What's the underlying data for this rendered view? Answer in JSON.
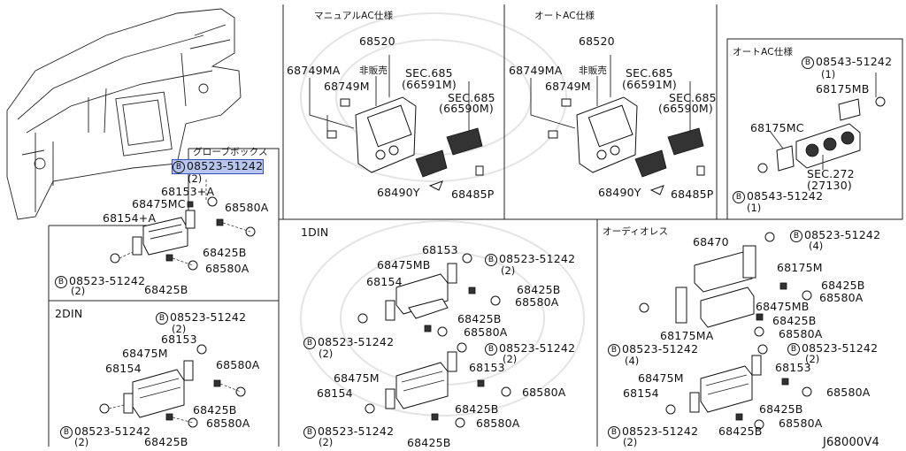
{
  "panels": {
    "glove": {
      "title": "グローブボックス"
    },
    "manual_ac": {
      "title": "マニュアルAC仕様"
    },
    "auto_ac": {
      "title": "オートAC仕様"
    },
    "auto_ac_right": {
      "title": "オートAC仕様"
    },
    "din2": {
      "title": "2DIN"
    },
    "din1": {
      "title": "1DIN"
    },
    "audioless": {
      "title": "オーディオレス"
    }
  },
  "diagram_code": "J68000V4",
  "labels": {
    "glove": {
      "bolt_top": "08523-51242",
      "bolt_top_qty": "(2)",
      "p68153a": "68153+A",
      "p68475mc": "68475MC",
      "p68580a": "68580A",
      "p68154a": "68154+A",
      "p68425b_1": "68425B",
      "p68580a_2": "68580A",
      "bolt_bottom": "08523-51242",
      "bolt_bottom_qty": "(2)",
      "p68425b_2": "68425B"
    },
    "manual_ac": {
      "p68520": "68520",
      "p68749ma": "68749MA",
      "not_sold": "非販売",
      "sec685a": "SEC.685",
      "sec685a_sub": "(66591M)",
      "p68749m": "68749M",
      "sec685b": "SEC.685",
      "sec685b_sub": "(66590M)",
      "p68490y": "68490Y",
      "p68485p": "68485P"
    },
    "auto_ac": {
      "p68520": "68520",
      "p68749ma": "68749MA",
      "not_sold": "非販売",
      "sec685a": "SEC.685",
      "sec685a_sub": "(66591M)",
      "p68749m": "68749M",
      "sec685b": "SEC.685",
      "sec685b_sub": "(66590M)",
      "p68490y": "68490Y",
      "p68485p": "68485P"
    },
    "auto_ac_right": {
      "bolt_top": "08543-51242",
      "bolt_top_qty": "(1)",
      "p68175mb": "68175MB",
      "p68175mc": "68175MC",
      "sec272": "SEC.272",
      "sec272_sub": "(27130)",
      "bolt_bottom": "08543-51242",
      "bolt_bottom_qty": "(1)"
    },
    "din2": {
      "bolt_top": "08523-51242",
      "bolt_top_qty": "(2)",
      "p68153": "68153",
      "p68475m": "68475M",
      "p68580a": "68580A",
      "p68154": "68154",
      "p68425b_1": "68425B",
      "p68580a_2": "68580A",
      "bolt_bottom": "08523-51242",
      "bolt_bottom_qty": "(2)",
      "p68425b_2": "68425B"
    },
    "din1": {
      "p68153": "68153",
      "bolt_a": "08523-51242",
      "bolt_a_qty": "(2)",
      "p68475mb": "68475MB",
      "p68425b_1": "68425B",
      "p68154": "68154",
      "p68580a_1": "68580A",
      "p68425b_2": "68425B",
      "p68580a_2": "68580A",
      "bolt_b": "08523-51242",
      "bolt_b_qty": "(2)",
      "bolt_c": "08523-51242",
      "bolt_c_qty": "(2)",
      "p68153_b": "68153",
      "p68475m": "68475M",
      "p68154_b": "68154",
      "p68580a_3": "68580A",
      "p68425b_3": "68425B",
      "p68580a_4": "68580A",
      "bolt_d": "08523-51242",
      "bolt_d_qty": "(2)",
      "p68425b_4": "68425B"
    },
    "audioless": {
      "p68470": "68470",
      "bolt_a": "08523-51242",
      "bolt_a_qty": "(4)",
      "p68175m": "68175M",
      "p68425b_1": "68425B",
      "p68580a_1": "68580A",
      "p68475mb": "68475MB",
      "p68425b_2": "68425B",
      "p68580a_2": "68580A",
      "p68175ma": "68175MA",
      "bolt_b": "08523-51242",
      "bolt_b_qty": "(4)",
      "bolt_c": "08523-51242",
      "bolt_c_qty": "(2)",
      "p68153": "68153",
      "p68475m": "68475M",
      "p68154": "68154",
      "p68580a_3": "68580A",
      "p68425b_3": "68425B",
      "p68580a_4": "68580A",
      "bolt_d": "08523-51242",
      "bolt_d_qty": "(2)",
      "p68425b_4": "68425B"
    }
  },
  "bolt_marker": "B",
  "highlighted_part": "08523-51242"
}
